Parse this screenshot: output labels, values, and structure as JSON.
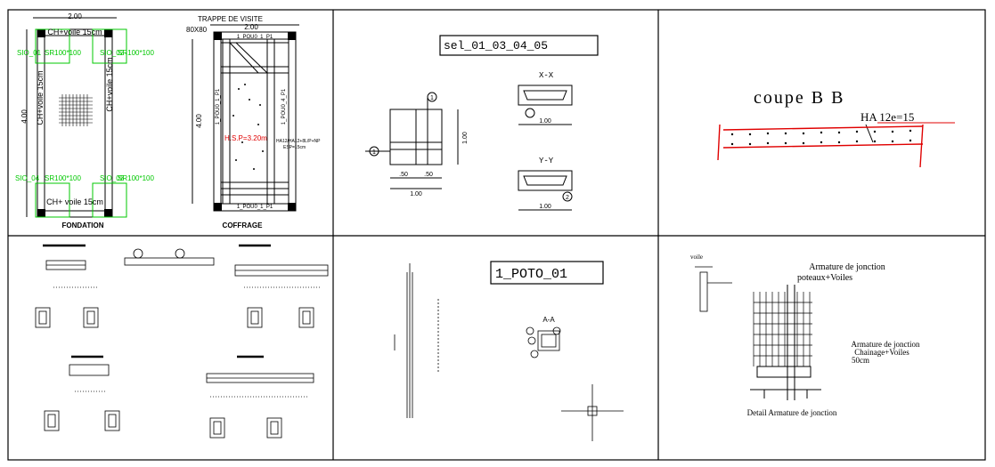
{
  "sheet": {
    "panel1": {
      "dim_top_left": "2.00",
      "dim_top_right": "2.00",
      "trappe_label": "TRAPPE DE VISITE",
      "trappe_size": "80X80",
      "ch_voile_top": "CH+voile 15cm",
      "ch_voile_bottom": "CH+ voile 15cm",
      "ch_voile_left": "CH+voile 15cm",
      "ch_voile_right": "CH+voile 15cm",
      "sio_tl": "SIO_01",
      "sio_tl_sr": "SR100*100",
      "sio_tr": "SIO_02",
      "sio_tr_sr": "SR100*100",
      "sio_bl": "SIO_04",
      "sio_bl_sr": "SR100*100",
      "sio_br": "SIO_03",
      "sio_br_sr": "SR100*100",
      "dim_side_left": "4.00",
      "dim_side_right": "4.00",
      "hsp": "H.S.P=3.20m",
      "ha_note_1": "HA12/HA12+8L/P+NP",
      "ha_note_2": "ESP=15cm",
      "poutre_top": "1_POU0_1_P1",
      "poutre_bottom": "1_POU0_1_P1",
      "poutre_left": "1_POU0_1_P1",
      "poutre_right": "1_POU0_4_P1",
      "label_fondation": "FONDATION",
      "label_coffrage": "COFFRAGE"
    },
    "panel2": {
      "title": "sel_01_03_04_05",
      "section_xx": "X-X",
      "section_yy": "Y-Y",
      "dim_width": "1.00",
      "dim_half_a": ".50",
      "dim_half_b": ".50",
      "dim_height": "1.00",
      "dim_xx": "1.00",
      "dim_yy": "1.00",
      "marker_1": "1",
      "marker_2": "1",
      "marker_3": "2"
    },
    "panel3": {
      "title": "coupe  B  B",
      "rebar": "HA  12e=15"
    },
    "panel5": {
      "title": "1_POTO_01",
      "section": "A-A"
    },
    "panel6": {
      "voile_label": "voile",
      "title_1": "Armature de jonction",
      "title_2": "poteaux+Voiles",
      "note_1": "Armature de jonction",
      "note_2": "Chainage+Voiles",
      "note_3": "50cm",
      "caption": "Detail Armature de jonction"
    }
  },
  "colors": {
    "line": "#000000",
    "green": "#00c800",
    "red": "#e00000",
    "grid": "#000000"
  }
}
